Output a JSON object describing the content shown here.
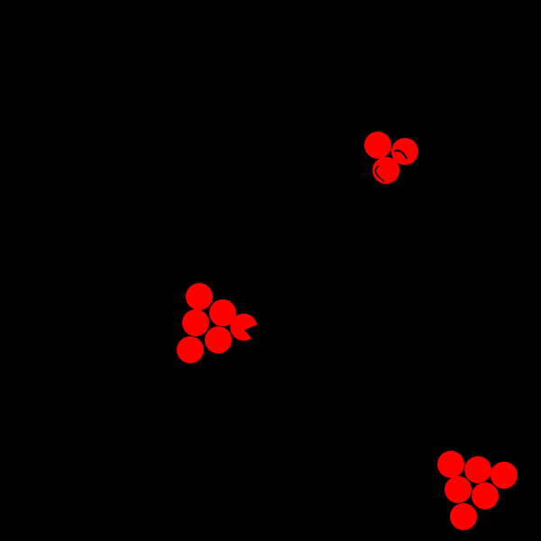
{
  "colors": {
    "background": "#000000",
    "ball": "#ff0000"
  },
  "clusters": [
    {
      "name": "top-right-cluster",
      "balls": 3
    },
    {
      "name": "center-left-cluster",
      "balls": 6
    },
    {
      "name": "bottom-right-cluster",
      "balls": 6
    }
  ]
}
